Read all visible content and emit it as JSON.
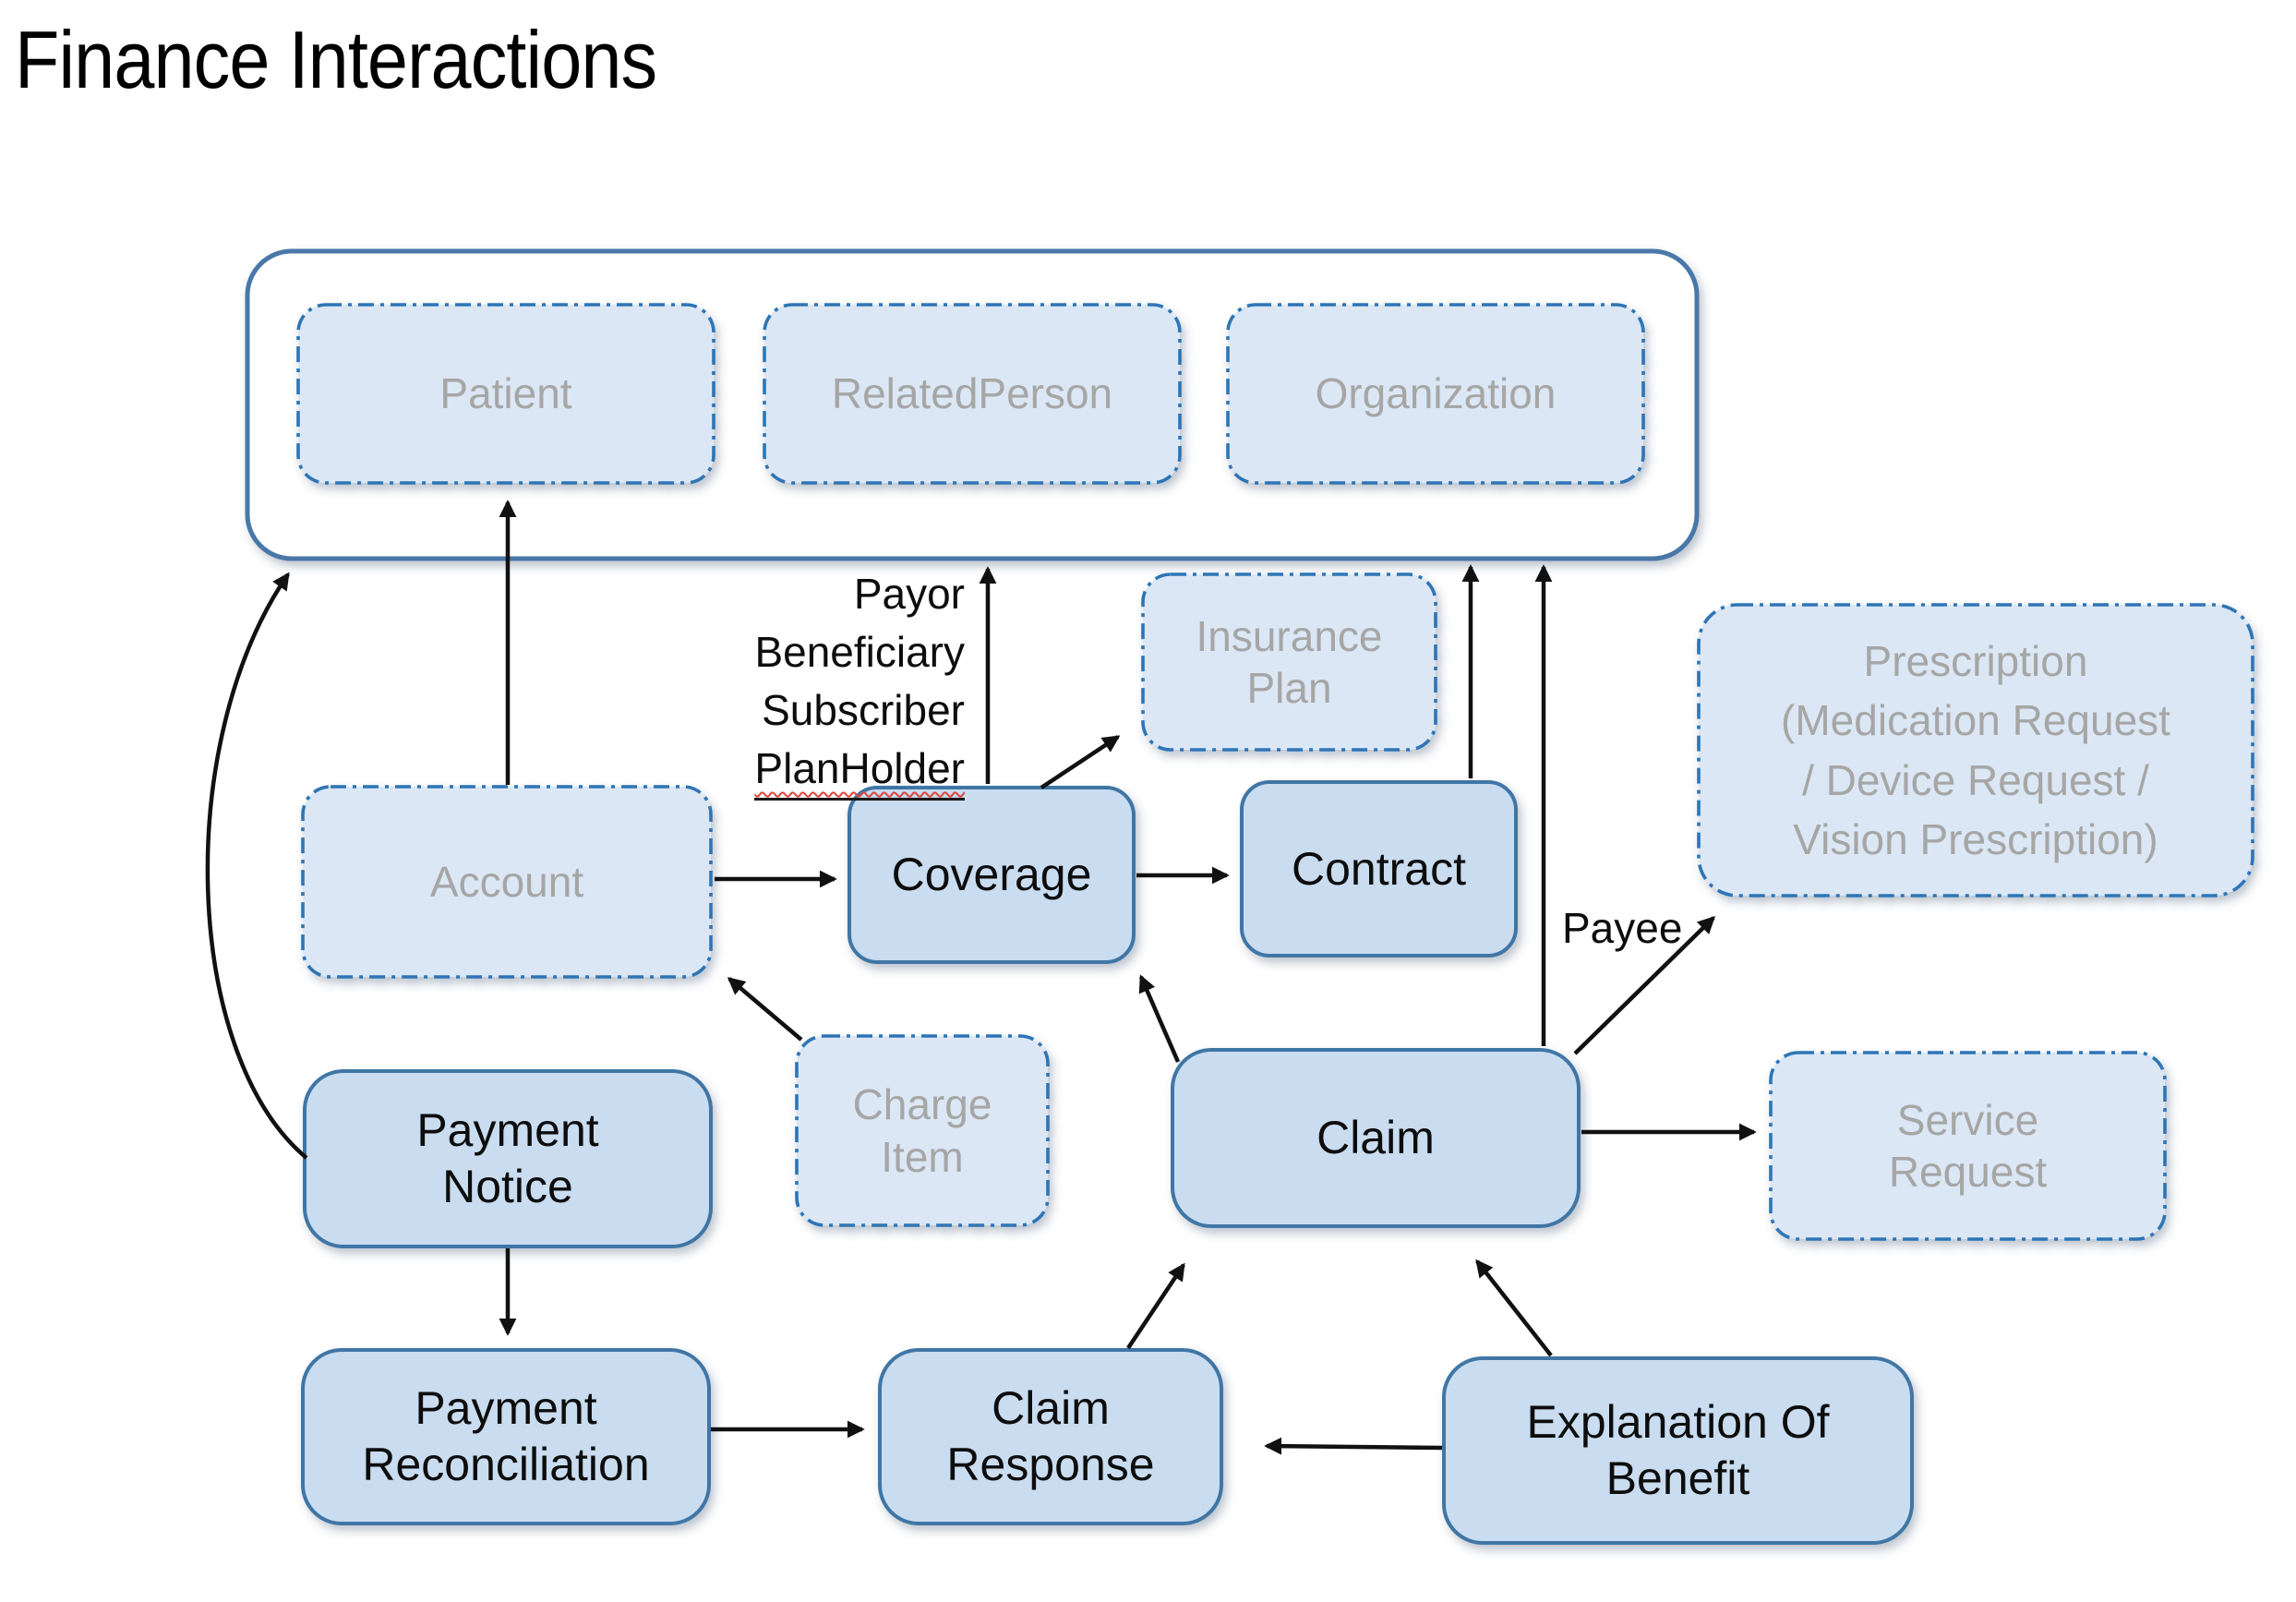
{
  "title": "Finance Interactions",
  "colors": {
    "solid_box_fill": "#c9dcf0",
    "solid_box_border": "#4176a5",
    "dashed_box_fill": "#dbe7f4",
    "dashed_box_border": "#2e75b6",
    "group_container_border": "#4878a8",
    "muted_text": "#a6a6a6",
    "arrow": "#111111",
    "spellcheck_underline": "#e0443a"
  },
  "nodes": {
    "patient": "Patient",
    "related_person": "RelatedPerson",
    "organization": "Organization",
    "insurance_plan": "Insurance\nPlan",
    "prescription": "Prescription\n(Medication Request\n/ Device Request /\nVision Prescription)",
    "account": "Account",
    "coverage": "Coverage",
    "contract": "Contract",
    "charge_item": "Charge\nItem",
    "claim": "Claim",
    "service_request": "Service\nRequest",
    "payment_notice": "Payment\nNotice",
    "payment_reconciliation": "Payment\nReconciliation",
    "claim_response": "Claim\nResponse",
    "explanation_of_benefit": "Explanation Of\nBenefit"
  },
  "edge_labels": {
    "coverage_roles": {
      "lines": [
        "Payor",
        "Beneficiary",
        "Subscriber",
        "PlanHolder"
      ]
    },
    "payee": "Payee"
  }
}
